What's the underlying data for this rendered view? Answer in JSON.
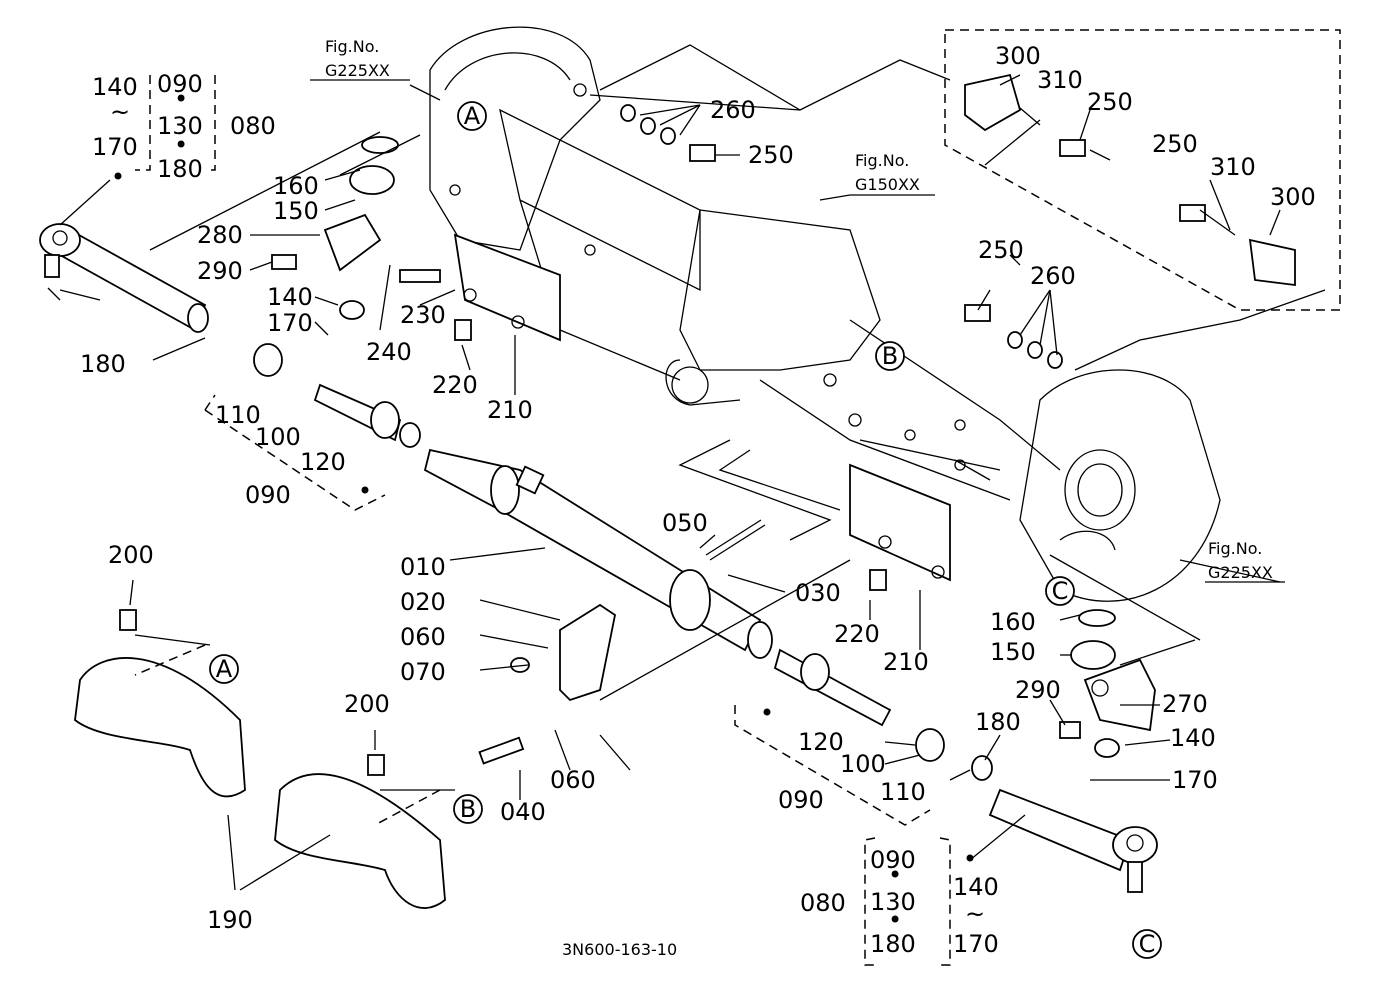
{
  "figure_refs": {
    "g225_top": "Fig.No.",
    "g225_top_code": "G225XX",
    "g150": "Fig.No.",
    "g150_code": "G150XX",
    "g225_right": "Fig.No.",
    "g225_right_code": "G225XX"
  },
  "callouts": {
    "A": "A",
    "B": "B",
    "C": "C"
  },
  "parts": {
    "p010": "010",
    "p020": "020",
    "p030": "030",
    "p040": "040",
    "p050": "050",
    "p060a": "060",
    "p060b": "060",
    "p070": "070",
    "p080a": "080",
    "p080b": "080",
    "p090a": "090",
    "p090b": "090",
    "p090c": "090",
    "p090d": "090",
    "p100a": "100",
    "p100b": "100",
    "p110a": "110",
    "p110b": "110",
    "p120a": "120",
    "p120b": "120",
    "p130a": "130",
    "p130b": "130",
    "p140a": "140",
    "p140b": "140",
    "p140c": "140",
    "p140d": "140",
    "p150a": "150",
    "p150b": "150",
    "p160a": "160",
    "p160b": "160",
    "p170a": "170",
    "p170b": "170",
    "p170c": "170",
    "p170d": "170",
    "p180a": "180",
    "p180b": "180",
    "p180c": "180",
    "p180d": "180",
    "p190": "190",
    "p200a": "200",
    "p200b": "200",
    "p210a": "210",
    "p210b": "210",
    "p220a": "220",
    "p220b": "220",
    "p230": "230",
    "p240": "240",
    "p250a": "250",
    "p250b": "250",
    "p250c": "250",
    "p250d": "250",
    "p260a": "260",
    "p260b": "260",
    "p270": "270",
    "p280": "280",
    "p290a": "290",
    "p290b": "290",
    "p300a": "300",
    "p300b": "300",
    "p310a": "310",
    "p310b": "310"
  },
  "symbols": {
    "tilde": "~",
    "dot": "•"
  },
  "drawing_number": "3N600-163-10"
}
